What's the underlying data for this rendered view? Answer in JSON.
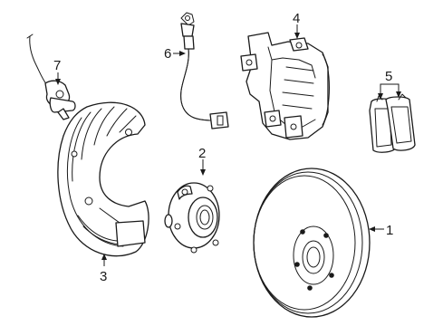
{
  "callouts": {
    "rotor": "1",
    "hub": "2",
    "splash_shield": "3",
    "caliper": "4",
    "pads": "5",
    "brake_hose": "6",
    "abs_sensor": "7"
  }
}
